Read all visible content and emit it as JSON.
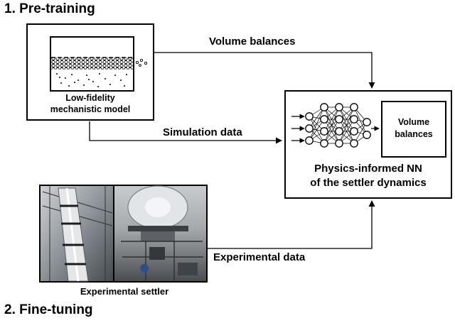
{
  "headings": {
    "pretraining": "1. Pre-training",
    "finetuning": "2. Fine-tuning"
  },
  "mechanistic_model": {
    "label_line1": "Low-fidelity",
    "label_line2": "mechanistic model"
  },
  "pinn": {
    "label_line1": "Physics-informed NN",
    "label_line2": "of the settler dynamics",
    "inner_label_line1": "Volume",
    "inner_label_line2": "balances"
  },
  "experimental_setup": {
    "label": "Experimental settler"
  },
  "edges": {
    "volume_balances": "Volume balances",
    "simulation_data": "Simulation data",
    "experimental_data": "Experimental data"
  }
}
